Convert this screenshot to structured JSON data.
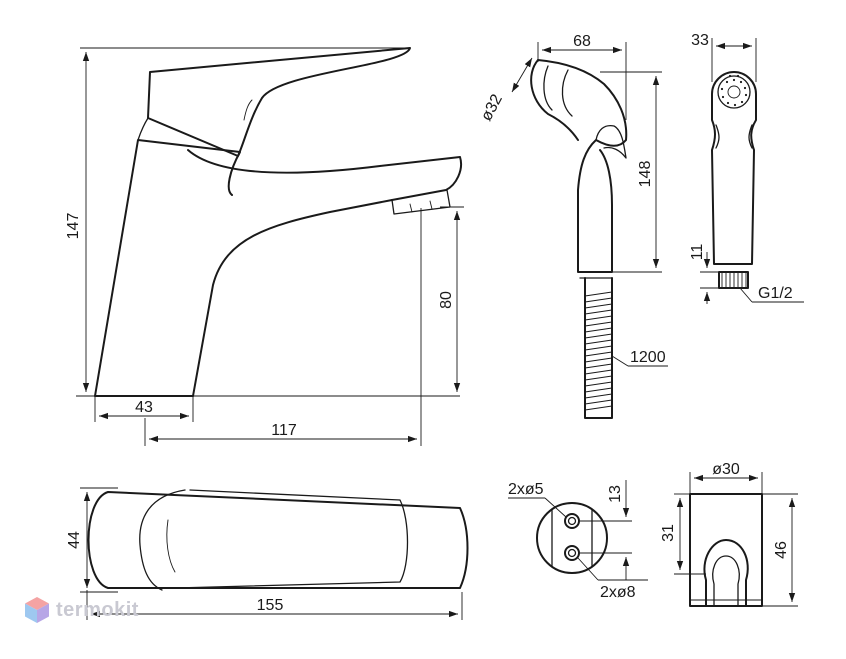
{
  "labels": {
    "faucet_height": "147",
    "faucet_base": "43",
    "faucet_reach": "117",
    "spout_height": "80",
    "top_width": "44",
    "top_length": "155",
    "head_width": "68",
    "head_diameter": "ø32",
    "shower_height": "148",
    "hose_length": "1200",
    "side_width": "33",
    "thread_length": "11",
    "thread_size": "G1/2",
    "mount_small_holes": "2xø5",
    "mount_hole_spacing": "13",
    "mount_large_holes": "2xø8",
    "holder_diameter": "ø30",
    "holder_inner": "31",
    "holder_height": "46"
  },
  "watermark": {
    "text": "termokit",
    "colors": [
      "#f4a3a3",
      "#9ec8f0",
      "#b7a6e6"
    ]
  }
}
